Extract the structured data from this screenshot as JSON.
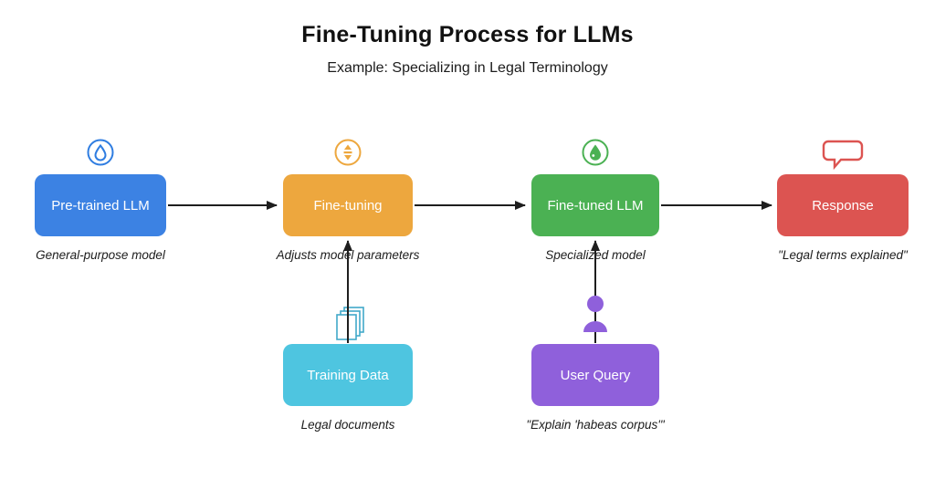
{
  "title": "Fine-Tuning Process for LLMs",
  "subtitle": "Example: Specializing in Legal Terminology",
  "colors": {
    "pretrained": "#3c82e3",
    "finetuning": "#eda73e",
    "finetuned": "#4bb153",
    "response": "#dc5451",
    "training": "#4ec5e0",
    "userquery": "#8f60db",
    "arrow": "#1e1e1e",
    "caption_text": "#1c1c1c",
    "node_text": "#ffffff"
  },
  "nodes": {
    "pretrained": {
      "label": "Pre-trained LLM",
      "caption": "General-purpose model"
    },
    "finetuning": {
      "label": "Fine-tuning",
      "caption": "Adjusts model parameters"
    },
    "finetuned": {
      "label": "Fine-tuned LLM",
      "caption": "Specialized model"
    },
    "response": {
      "label": "Response",
      "caption": "\"Legal terms explained\""
    },
    "training": {
      "label": "Training Data",
      "caption": "Legal documents"
    },
    "userquery": {
      "label": "User Query",
      "caption": "\"Explain 'habeas corpus'\""
    }
  },
  "icons": {
    "pretrained": "water-drop-icon",
    "finetuning": "tune-arrows-icon",
    "finetuned": "water-drop-filled-icon",
    "response": "speech-bubble-icon",
    "training": "documents-stack-icon",
    "userquery": "user-icon"
  },
  "flow": [
    "Pre-trained LLM -> Fine-tuning",
    "Fine-tuning -> Fine-tuned LLM",
    "Fine-tuned LLM -> Response",
    "Training Data -> Fine-tuning",
    "User Query -> Fine-tuned LLM"
  ]
}
